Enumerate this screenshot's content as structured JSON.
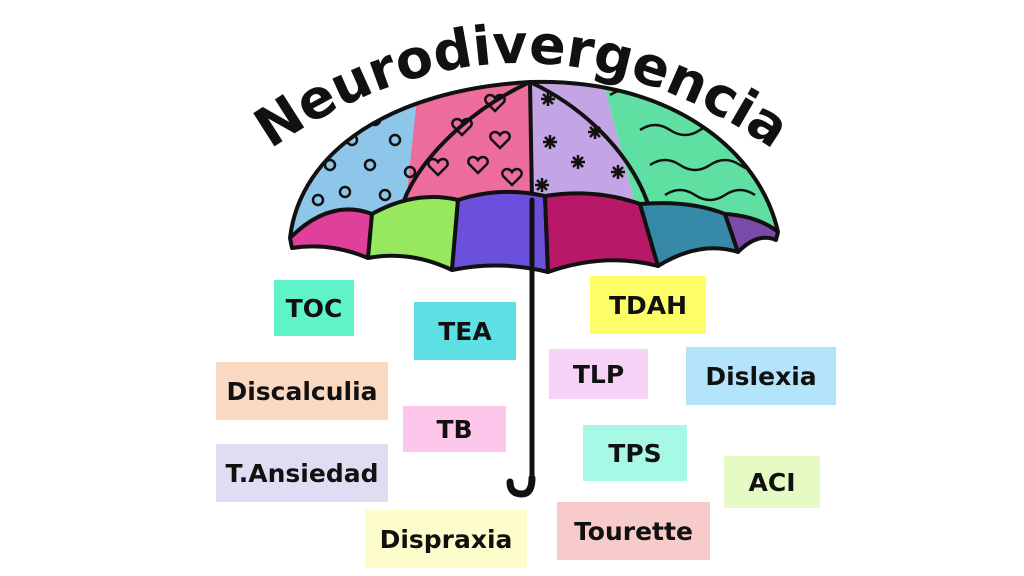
{
  "title": "Neurodivergencia",
  "labels": [
    {
      "key": "toc",
      "text": "TOC",
      "color": "#5ff4c8"
    },
    {
      "key": "tea",
      "text": "TEA",
      "color": "#5ce0e4"
    },
    {
      "key": "tdah",
      "text": "TDAH",
      "color": "#fdfd68"
    },
    {
      "key": "discalculia",
      "text": "Discalculia",
      "color": "#fad9c2"
    },
    {
      "key": "tlp",
      "text": "TLP",
      "color": "#f7d2f7"
    },
    {
      "key": "dislexia",
      "text": "Dislexia",
      "color": "#b4e4fb"
    },
    {
      "key": "tb",
      "text": "TB",
      "color": "#fdc7ec"
    },
    {
      "key": "tps",
      "text": "TPS",
      "color": "#a8f8e6"
    },
    {
      "key": "t-ansiedad",
      "text": "T.Ansiedad",
      "color": "#e0dcf4"
    },
    {
      "key": "aci",
      "text": "ACI",
      "color": "#e6fbc4"
    },
    {
      "key": "dispraxia",
      "text": "Dispraxia",
      "color": "#fdfdcc"
    },
    {
      "key": "tourette",
      "text": "Tourette",
      "color": "#f6cbc9"
    }
  ],
  "umbrella_colors": {
    "canopy_left": "#8ec6ea",
    "canopy_center_left": "#ec6c9c",
    "canopy_center_right": "#c3a4e4",
    "canopy_right": "#5fe0a2",
    "fringe": [
      "#e0409a",
      "#97e85e",
      "#6b50dc",
      "#b81868",
      "#368aa8",
      "#7a4aa8"
    ],
    "outline": "#111111"
  }
}
